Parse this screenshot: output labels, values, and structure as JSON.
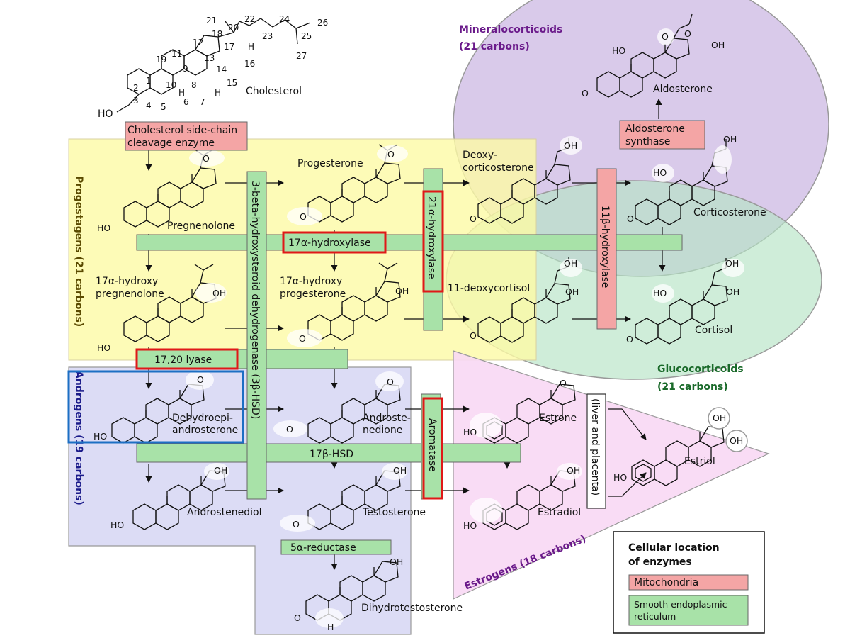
{
  "classes": {
    "progestagens": "Progestagens (21 carbons)",
    "androgens": "Androgens (19 carbons)",
    "estrogens": "Estrogens (18 carbons)",
    "mineralocorticoids_line1": "Mineralocorticoids",
    "mineralocorticoids_line2": "(21 carbons)",
    "glucocorticoids_line1": "Glucocorticoids",
    "glucocorticoids_line2": "(21 carbons)"
  },
  "cholesterol": {
    "name": "Cholesterol",
    "ho": "HO",
    "h": "H",
    "carbons": [
      "1",
      "2",
      "3",
      "4",
      "5",
      "6",
      "7",
      "8",
      "9",
      "10",
      "11",
      "12",
      "13",
      "14",
      "15",
      "16",
      "17",
      "18",
      "19",
      "20",
      "21",
      "22",
      "23",
      "24",
      "25",
      "26",
      "27"
    ]
  },
  "compounds": {
    "pregnenolone": "Pregnenolone",
    "progesterone": "Progesterone",
    "deoxycorticosterone_1": "Deoxy-",
    "deoxycorticosterone_2": "corticosterone",
    "corticosterone": "Corticosterone",
    "aldosterone": "Aldosterone",
    "hydroxypregnenolone_1": "17α-hydroxy",
    "hydroxypregnenolone_2": "pregnenolone",
    "hydroxyprogesterone_1": "17α-hydroxy",
    "hydroxyprogesterone_2": "progesterone",
    "deoxycortisol": "11-deoxycortisol",
    "cortisol": "Cortisol",
    "dhea_1": "Dehydroepi-",
    "dhea_2": "androsterone",
    "androstenedione_1": "Androste-",
    "androstenedione_2": "nedione",
    "estrone": "Estrone",
    "estriol": "Estriol",
    "androstenediol": "Androstenediol",
    "testosterone": "Testosterone",
    "estradiol": "Estradiol",
    "dht": "Dihydrotestosterone"
  },
  "atoms": {
    "oh": "OH",
    "ho": "HO",
    "o": "O",
    "h": "H"
  },
  "enzymes": {
    "scc_1": "Cholesterol side-chain",
    "scc_2": "cleavage enzyme",
    "hsd3b": "3-beta-hydroxysteroid dehydrogenase (3β-HSD)",
    "hydroxylase17a": "17α-hydroxylase",
    "hydroxylase21a": "21α-hydroxylase",
    "hydroxylase11b": "11β-hydroxylase",
    "aldosterone_synthase_1": "Aldosterone",
    "aldosterone_synthase_2": "synthase",
    "lyase1720": "17,20 lyase",
    "hsd17b": "17β-HSD",
    "aromatase": "Aromatase",
    "reductase5a": "5α-reductase",
    "liver_placenta": "(liver and placenta)"
  },
  "legend": {
    "title_1": "Cellular location",
    "title_2": "of enzymes",
    "mito": "Mitochondria",
    "ser_1": "Smooth endoplasmic",
    "ser_2": "reticulum"
  },
  "colors": {
    "mitochondria": "#f4a5a5",
    "smooth_er": "#a8e2a8",
    "progestagens_bg": "#fdfaa5",
    "androgens_bg": "#dcdcf5",
    "estrogens_bg": "#f8d8f4",
    "mineralocorticoid_bg": "#c4aedf",
    "glucocorticoid_bg": "#b5e3c5",
    "highlight_red": "#e01818",
    "highlight_blue": "#1c6fc4",
    "progestagens_text": "#5a4a00",
    "androgens_text": "#1a1a8a",
    "purple_text": "#6a1a8a",
    "green_text": "#1a6a2a"
  }
}
